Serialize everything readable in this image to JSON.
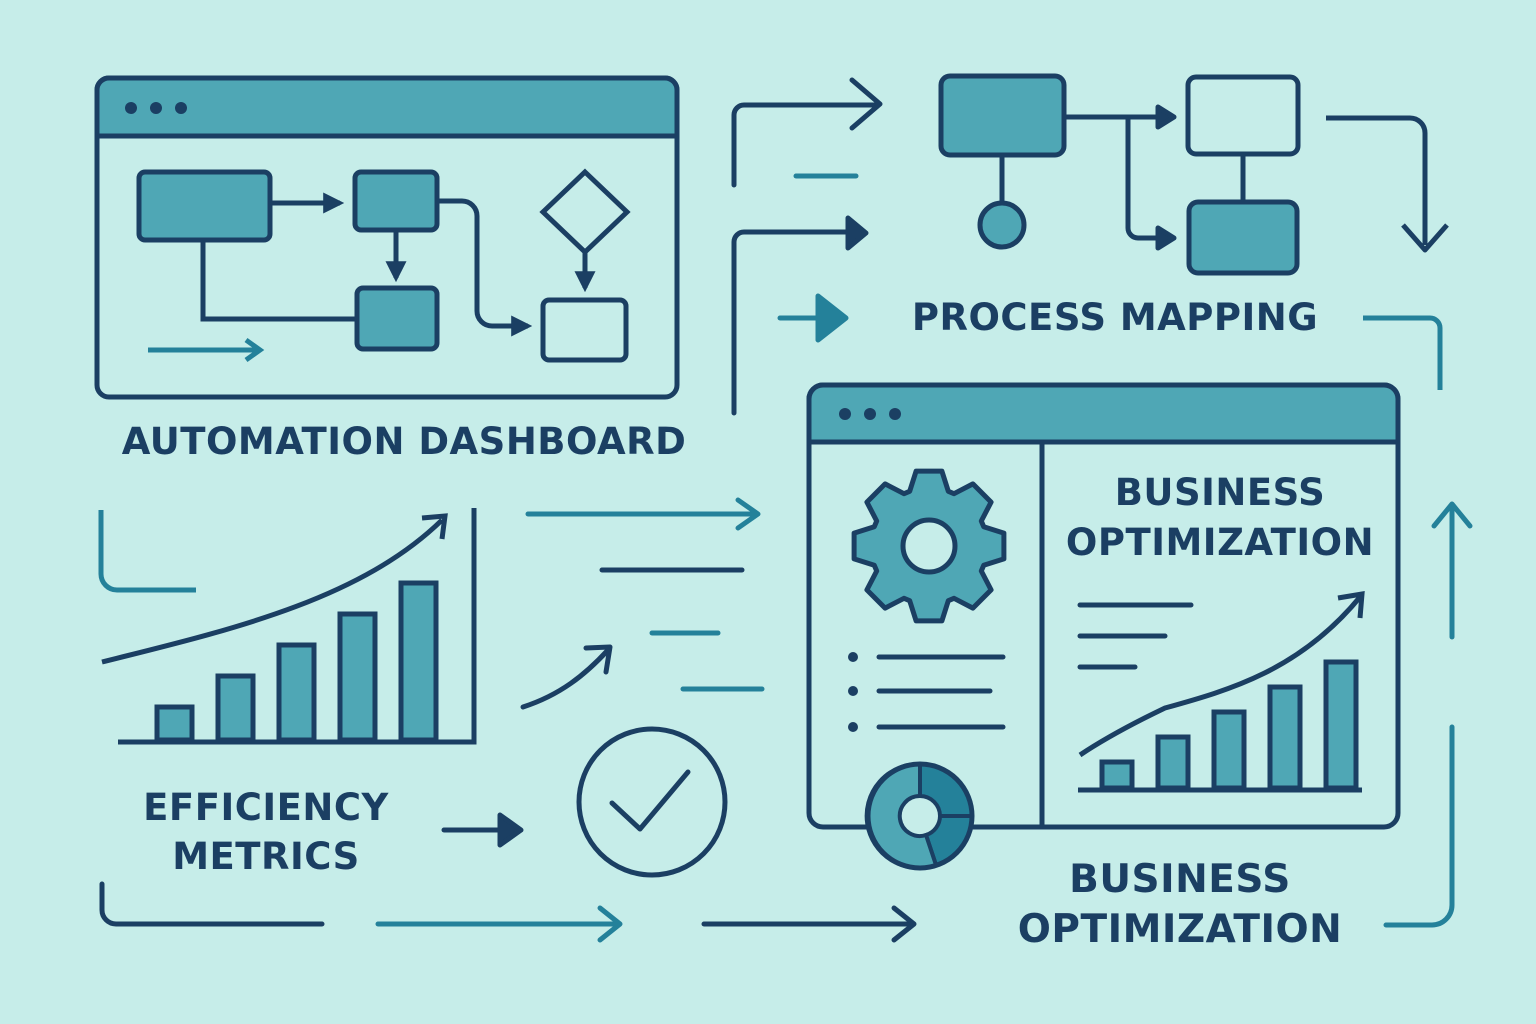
{
  "palette": {
    "background": "#c6ede9",
    "stroke_dark": "#1b3f63",
    "fill_teal": "#4fa7b5",
    "stroke_teal": "#24819a"
  },
  "labels": {
    "automation_dashboard": "AUTOMATION DASHBOARD",
    "process_mapping": "PROCESS MAPPING",
    "efficiency_line1": "EFFICIENCY",
    "efficiency_line2": "METRICS",
    "biz_panel_line1": "BUSINESS",
    "biz_panel_line2": "OPTIMIZATION",
    "biz_bottom_line1": "BUSINESS",
    "biz_bottom_line2": "OPTIMIZATION"
  },
  "icons": [
    "window-dots-icon",
    "flowchart-icon",
    "decision-diamond-icon",
    "gear-icon",
    "check-circle-icon",
    "donut-chart-icon",
    "trend-arrow-icon",
    "bar-chart-icon",
    "bullet-list-icon"
  ],
  "efficiency_chart": {
    "type": "bar",
    "values": [
      1,
      2,
      3,
      4,
      5
    ],
    "trend": "rising"
  },
  "panel_chart": {
    "type": "bar",
    "values": [
      1,
      2,
      3,
      4,
      5
    ],
    "trend": "rising"
  }
}
